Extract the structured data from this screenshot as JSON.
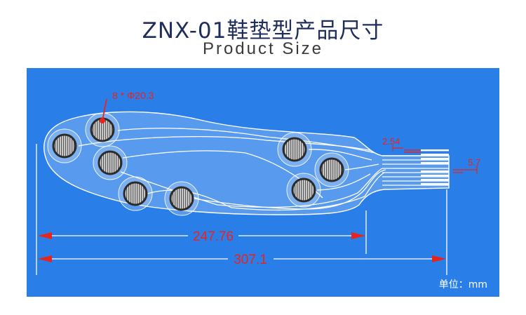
{
  "header": {
    "title_cn": "ZNX-01鞋垫型产品尺寸",
    "title_en": "Product Size"
  },
  "diagram": {
    "sensor_label": "8 * Φ20.3",
    "pitch_label": "2.54",
    "width_label": "5.7",
    "dim_inner": "247.76",
    "dim_outer": "307.1",
    "unit_label": "单位：mm"
  },
  "colors": {
    "panel": "#2a7ee8",
    "dimension": "#e8231e",
    "trace": "#ffffff"
  }
}
